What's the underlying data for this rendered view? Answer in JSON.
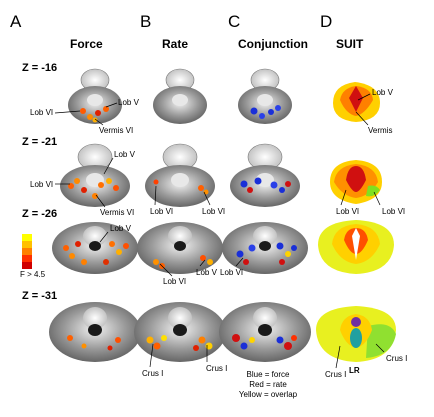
{
  "panels": [
    {
      "letter": "A",
      "title": "Force"
    },
    {
      "letter": "B",
      "title": "Rate"
    },
    {
      "letter": "C",
      "title": "Conjunction"
    },
    {
      "letter": "D",
      "title": "SUIT"
    }
  ],
  "rows": [
    {
      "z": "Z = -16"
    },
    {
      "z": "Z = -21"
    },
    {
      "z": "Z = -26"
    },
    {
      "z": "Z = -31"
    }
  ],
  "annotations": {
    "r1": {
      "force_lobvi": "Lob VI",
      "force_lobv": "Lob V",
      "force_vermis": "Vermis VI",
      "suit_lobv": "Lob V",
      "suit_vermis": "Vermis"
    },
    "r2": {
      "force_lobv": "Lob V",
      "force_lobvi": "Lob VI",
      "force_vermis": "Vermis VI",
      "rate_lobvi_l": "Lob VI",
      "rate_lobvi_r": "Lob VI",
      "suit_lobvi_l": "Lob VI",
      "suit_lobvi_r": "Lob VI"
    },
    "r3": {
      "force_lobv": "Lob V",
      "rate_lobvi": "Lob VI",
      "rate_lobv": "Lob V",
      "conj_lobvi": "Lob VI"
    },
    "r4": {
      "rate_crus_l": "Crus I",
      "rate_crus_r": "Crus I",
      "suit_crus_l": "Crus I",
      "suit_crus_r": "Crus I",
      "suit_lr": "LR"
    }
  },
  "colorbar": {
    "label": "F > 4.5",
    "colors": [
      "#ffff00",
      "#ffc000",
      "#ff8000",
      "#ff3000",
      "#d00000"
    ]
  },
  "conjunction_legend": [
    "Blue  =  force",
    "Red  =  rate",
    "Yellow  =  overlap"
  ],
  "colors": {
    "force": "#ff6a00",
    "rate": "#ff3000",
    "overlap": "#ffd400",
    "conj_blue": "#1a2fd8"
  }
}
